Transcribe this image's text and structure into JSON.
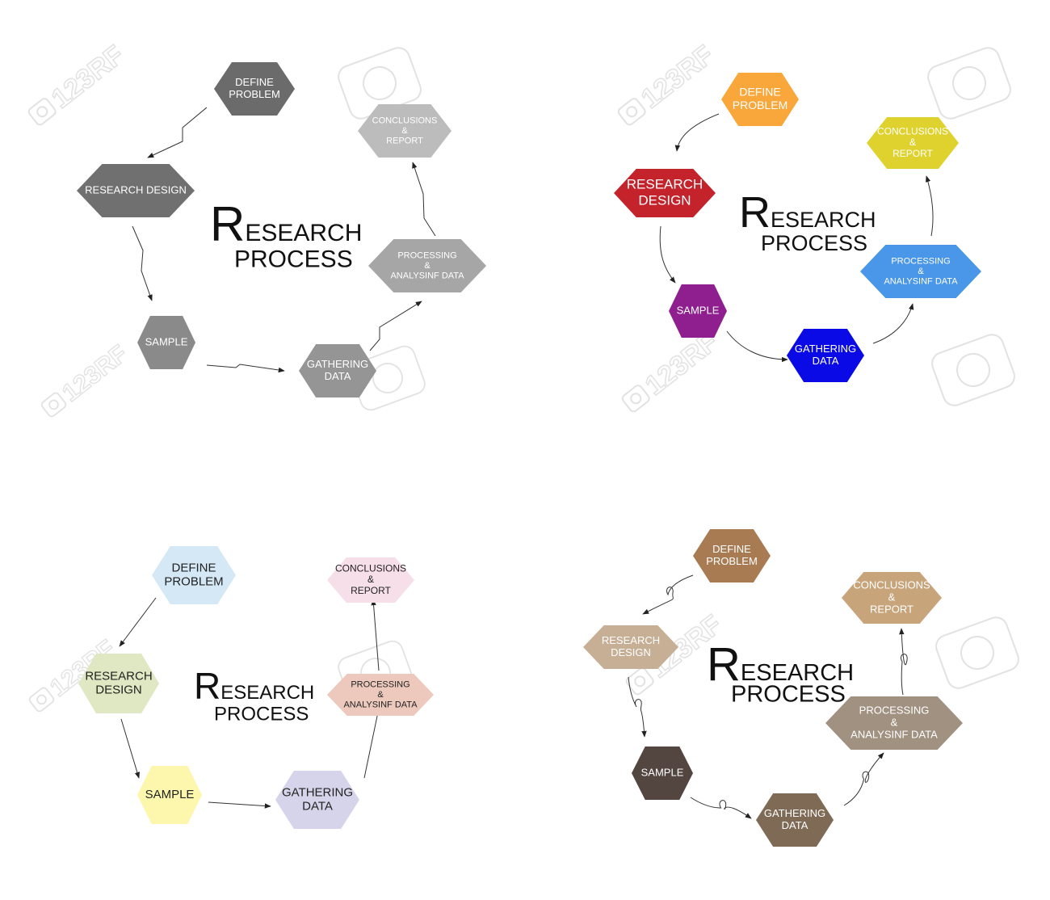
{
  "diagrams": [
    {
      "title_initial": "R",
      "title_rest": "ESEARCH",
      "title_line2": "PROCESS",
      "text_color": "#ffffff",
      "connector_style": "zigzag",
      "nodes": [
        {
          "id": "define",
          "lines": [
            "DEFINE",
            "PROBLEM"
          ],
          "color": "#6b6b6b"
        },
        {
          "id": "design",
          "lines": [
            "RESEARCH DESIGN"
          ],
          "color": "#707070"
        },
        {
          "id": "sample",
          "lines": [
            "SAMPLE"
          ],
          "color": "#8a8a8a"
        },
        {
          "id": "gathering",
          "lines": [
            "GATHERING",
            "DATA"
          ],
          "color": "#959595"
        },
        {
          "id": "processing",
          "lines": [
            "PROCESSING",
            "&",
            "ANALYSINF DATA"
          ],
          "color": "#a6a6a6"
        },
        {
          "id": "conclusions",
          "lines": [
            "CONCLUSIONS",
            "&",
            "REPORT"
          ],
          "color": "#bcbcbc"
        }
      ]
    },
    {
      "title_initial": "R",
      "title_rest": "ESEARCH",
      "title_line2": "PROCESS",
      "text_color": "#ffffff",
      "connector_style": "curve",
      "nodes": [
        {
          "id": "define",
          "lines": [
            "DEFINE",
            "PROBLEM"
          ],
          "color": "#f9a73a"
        },
        {
          "id": "design",
          "lines": [
            "RESEARCH",
            "DESIGN"
          ],
          "color": "#c4232b"
        },
        {
          "id": "sample",
          "lines": [
            "SAMPLE"
          ],
          "color": "#8f1f8f"
        },
        {
          "id": "gathering",
          "lines": [
            "GATHERING",
            "DATA"
          ],
          "color": "#0a0ae6"
        },
        {
          "id": "processing",
          "lines": [
            "PROCESSING",
            "&",
            "ANALYSINF DATA"
          ],
          "color": "#4a96e8"
        },
        {
          "id": "conclusions",
          "lines": [
            "CONCLUSIONS",
            "&",
            "REPORT"
          ],
          "color": "#dfd22f"
        }
      ]
    },
    {
      "title_initial": "R",
      "title_rest": "ESEARCH",
      "title_line2": "PROCESS",
      "text_color": "#222222",
      "connector_style": "straight",
      "nodes": [
        {
          "id": "define",
          "lines": [
            "DEFINE",
            "PROBLEM"
          ],
          "color": "#d4e8f6"
        },
        {
          "id": "design",
          "lines": [
            "RESEARCH",
            "DESIGN"
          ],
          "color": "#dfe8c2"
        },
        {
          "id": "sample",
          "lines": [
            "SAMPLE"
          ],
          "color": "#fdf7ad"
        },
        {
          "id": "gathering",
          "lines": [
            "GATHERING",
            "DATA"
          ],
          "color": "#d6d4ea"
        },
        {
          "id": "processing",
          "lines": [
            "PROCESSING",
            "&",
            "ANALYSINF DATA"
          ],
          "color": "#edc9bd"
        },
        {
          "id": "conclusions",
          "lines": [
            "CONCLUSIONS",
            "&",
            "REPORT"
          ],
          "color": "#f6dfe8"
        }
      ]
    },
    {
      "title_initial": "R",
      "title_rest": "ESEARCH",
      "title_line2": "PROCESS",
      "text_color": "#ffffff",
      "connector_style": "loop",
      "nodes": [
        {
          "id": "define",
          "lines": [
            "DEFINE",
            "PROBLEM"
          ],
          "color": "#a87b53"
        },
        {
          "id": "design",
          "lines": [
            "RESEARCH",
            "DESIGN"
          ],
          "color": "#c6af95"
        },
        {
          "id": "sample",
          "lines": [
            "SAMPLE"
          ],
          "color": "#534540"
        },
        {
          "id": "gathering",
          "lines": [
            "GATHERING",
            "DATA"
          ],
          "color": "#7f6a55"
        },
        {
          "id": "processing",
          "lines": [
            "PROCESSING",
            "&",
            "ANALYSINF DATA"
          ],
          "color": "#a19181"
        },
        {
          "id": "conclusions",
          "lines": [
            "CONCLUSIONS",
            "&",
            "REPORT"
          ],
          "color": "#c8a47a"
        }
      ]
    }
  ],
  "watermark": {
    "text": "123RF",
    "icon": "camera-icon"
  }
}
